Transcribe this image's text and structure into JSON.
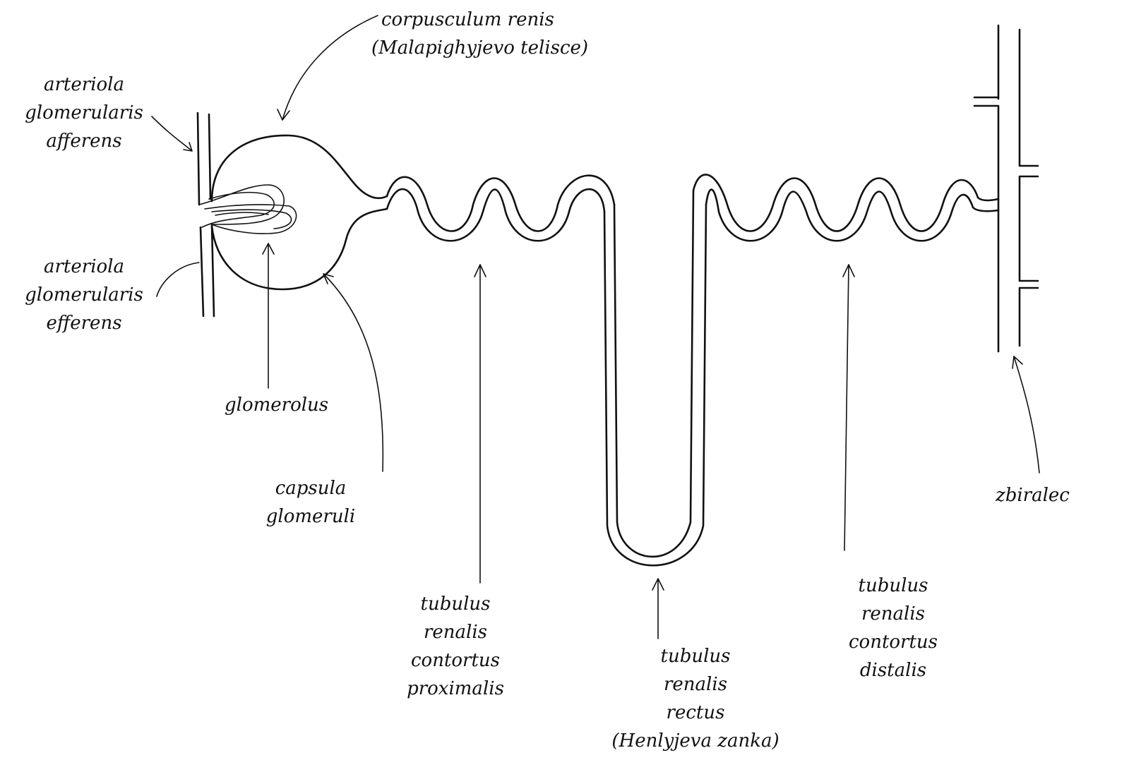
{
  "labels": {
    "corpusculum": [
      "corpusculum renis",
      "(Malapighyjevo telisce)"
    ],
    "arteriola_afferens": [
      "arteriola",
      "glomerularis",
      "afferens"
    ],
    "arteriola_efferens": [
      "arteriola",
      "glomerularis",
      "efferens"
    ],
    "glomerulus": [
      "glomerolus"
    ],
    "capsula": [
      "capsula",
      "glomeruli"
    ],
    "tubulus_proximalis": [
      "tubulus",
      "renalis",
      "contortus",
      "proximalis"
    ],
    "tubulus_rectus": [
      "tubulus",
      "renalis",
      "rectus",
      "(Henlyjeva zanka)"
    ],
    "tubulus_distalis": [
      "tubulus",
      "renalis",
      "contortus",
      "distalis"
    ],
    "zbiralec": [
      "zbiralec"
    ]
  },
  "colors": {
    "ink": "#111111",
    "paper": "#ffffff"
  }
}
